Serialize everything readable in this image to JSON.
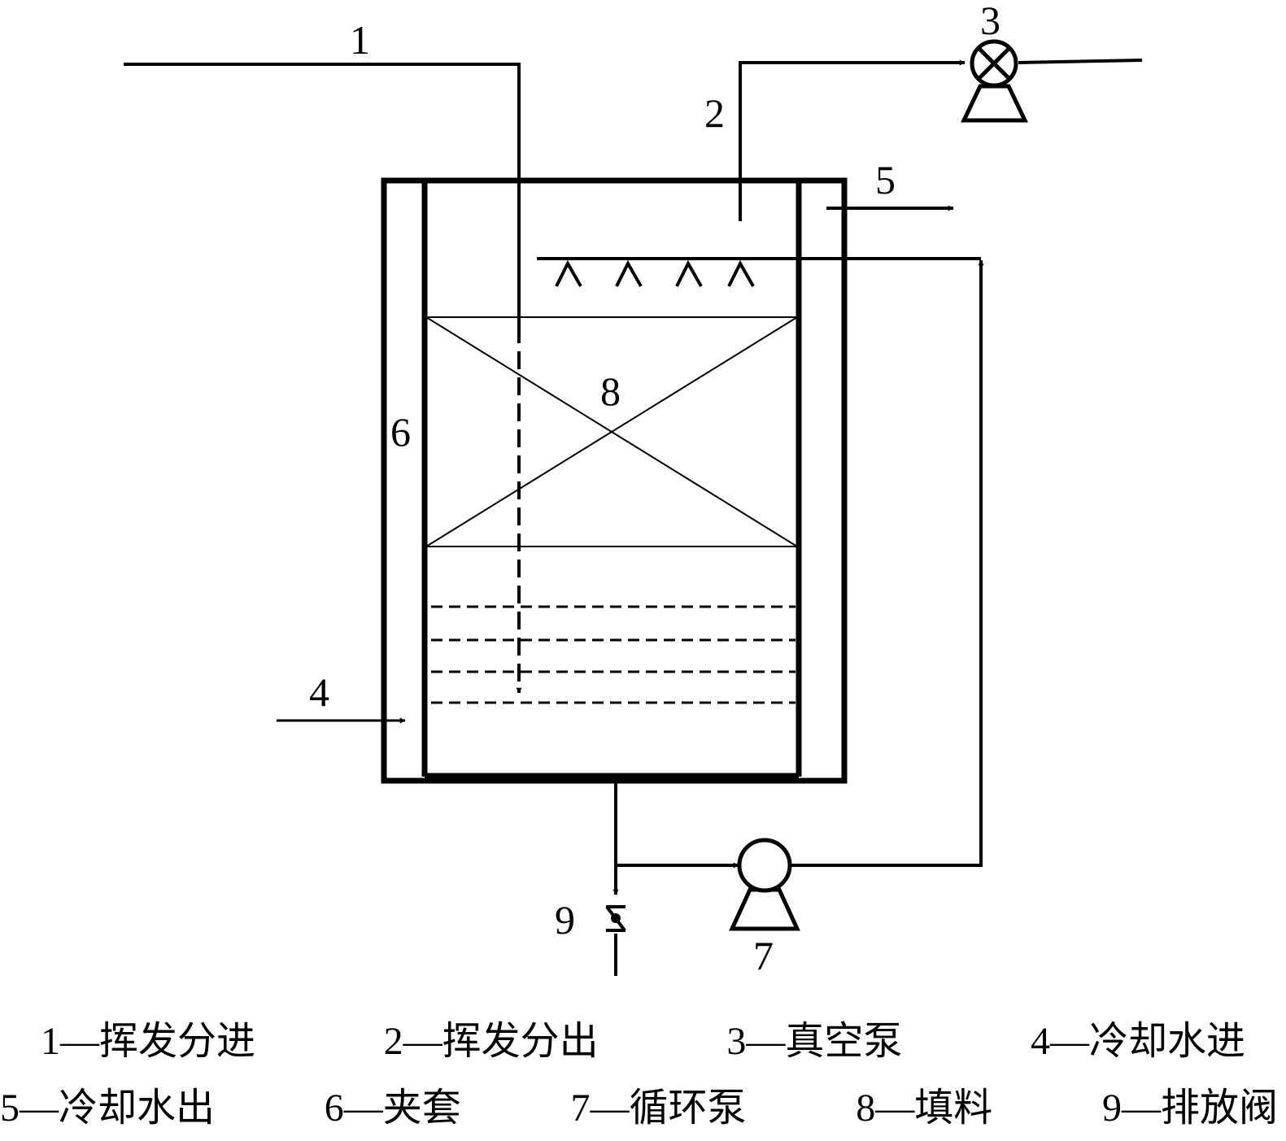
{
  "diagram": {
    "labels": {
      "l1": "1",
      "l2": "2",
      "l3": "3",
      "l4": "4",
      "l5": "5",
      "l6": "6",
      "l7": "7",
      "l8": "8",
      "l9": "9"
    }
  },
  "legend": {
    "row1": [
      "1—挥发分进",
      "2—挥发分出",
      "3—真空泵",
      "4—冷却水进"
    ],
    "row2": [
      "5—冷却水出",
      "6—夹套",
      "7—循环泵",
      "8—填料",
      "9—排放阀"
    ]
  }
}
